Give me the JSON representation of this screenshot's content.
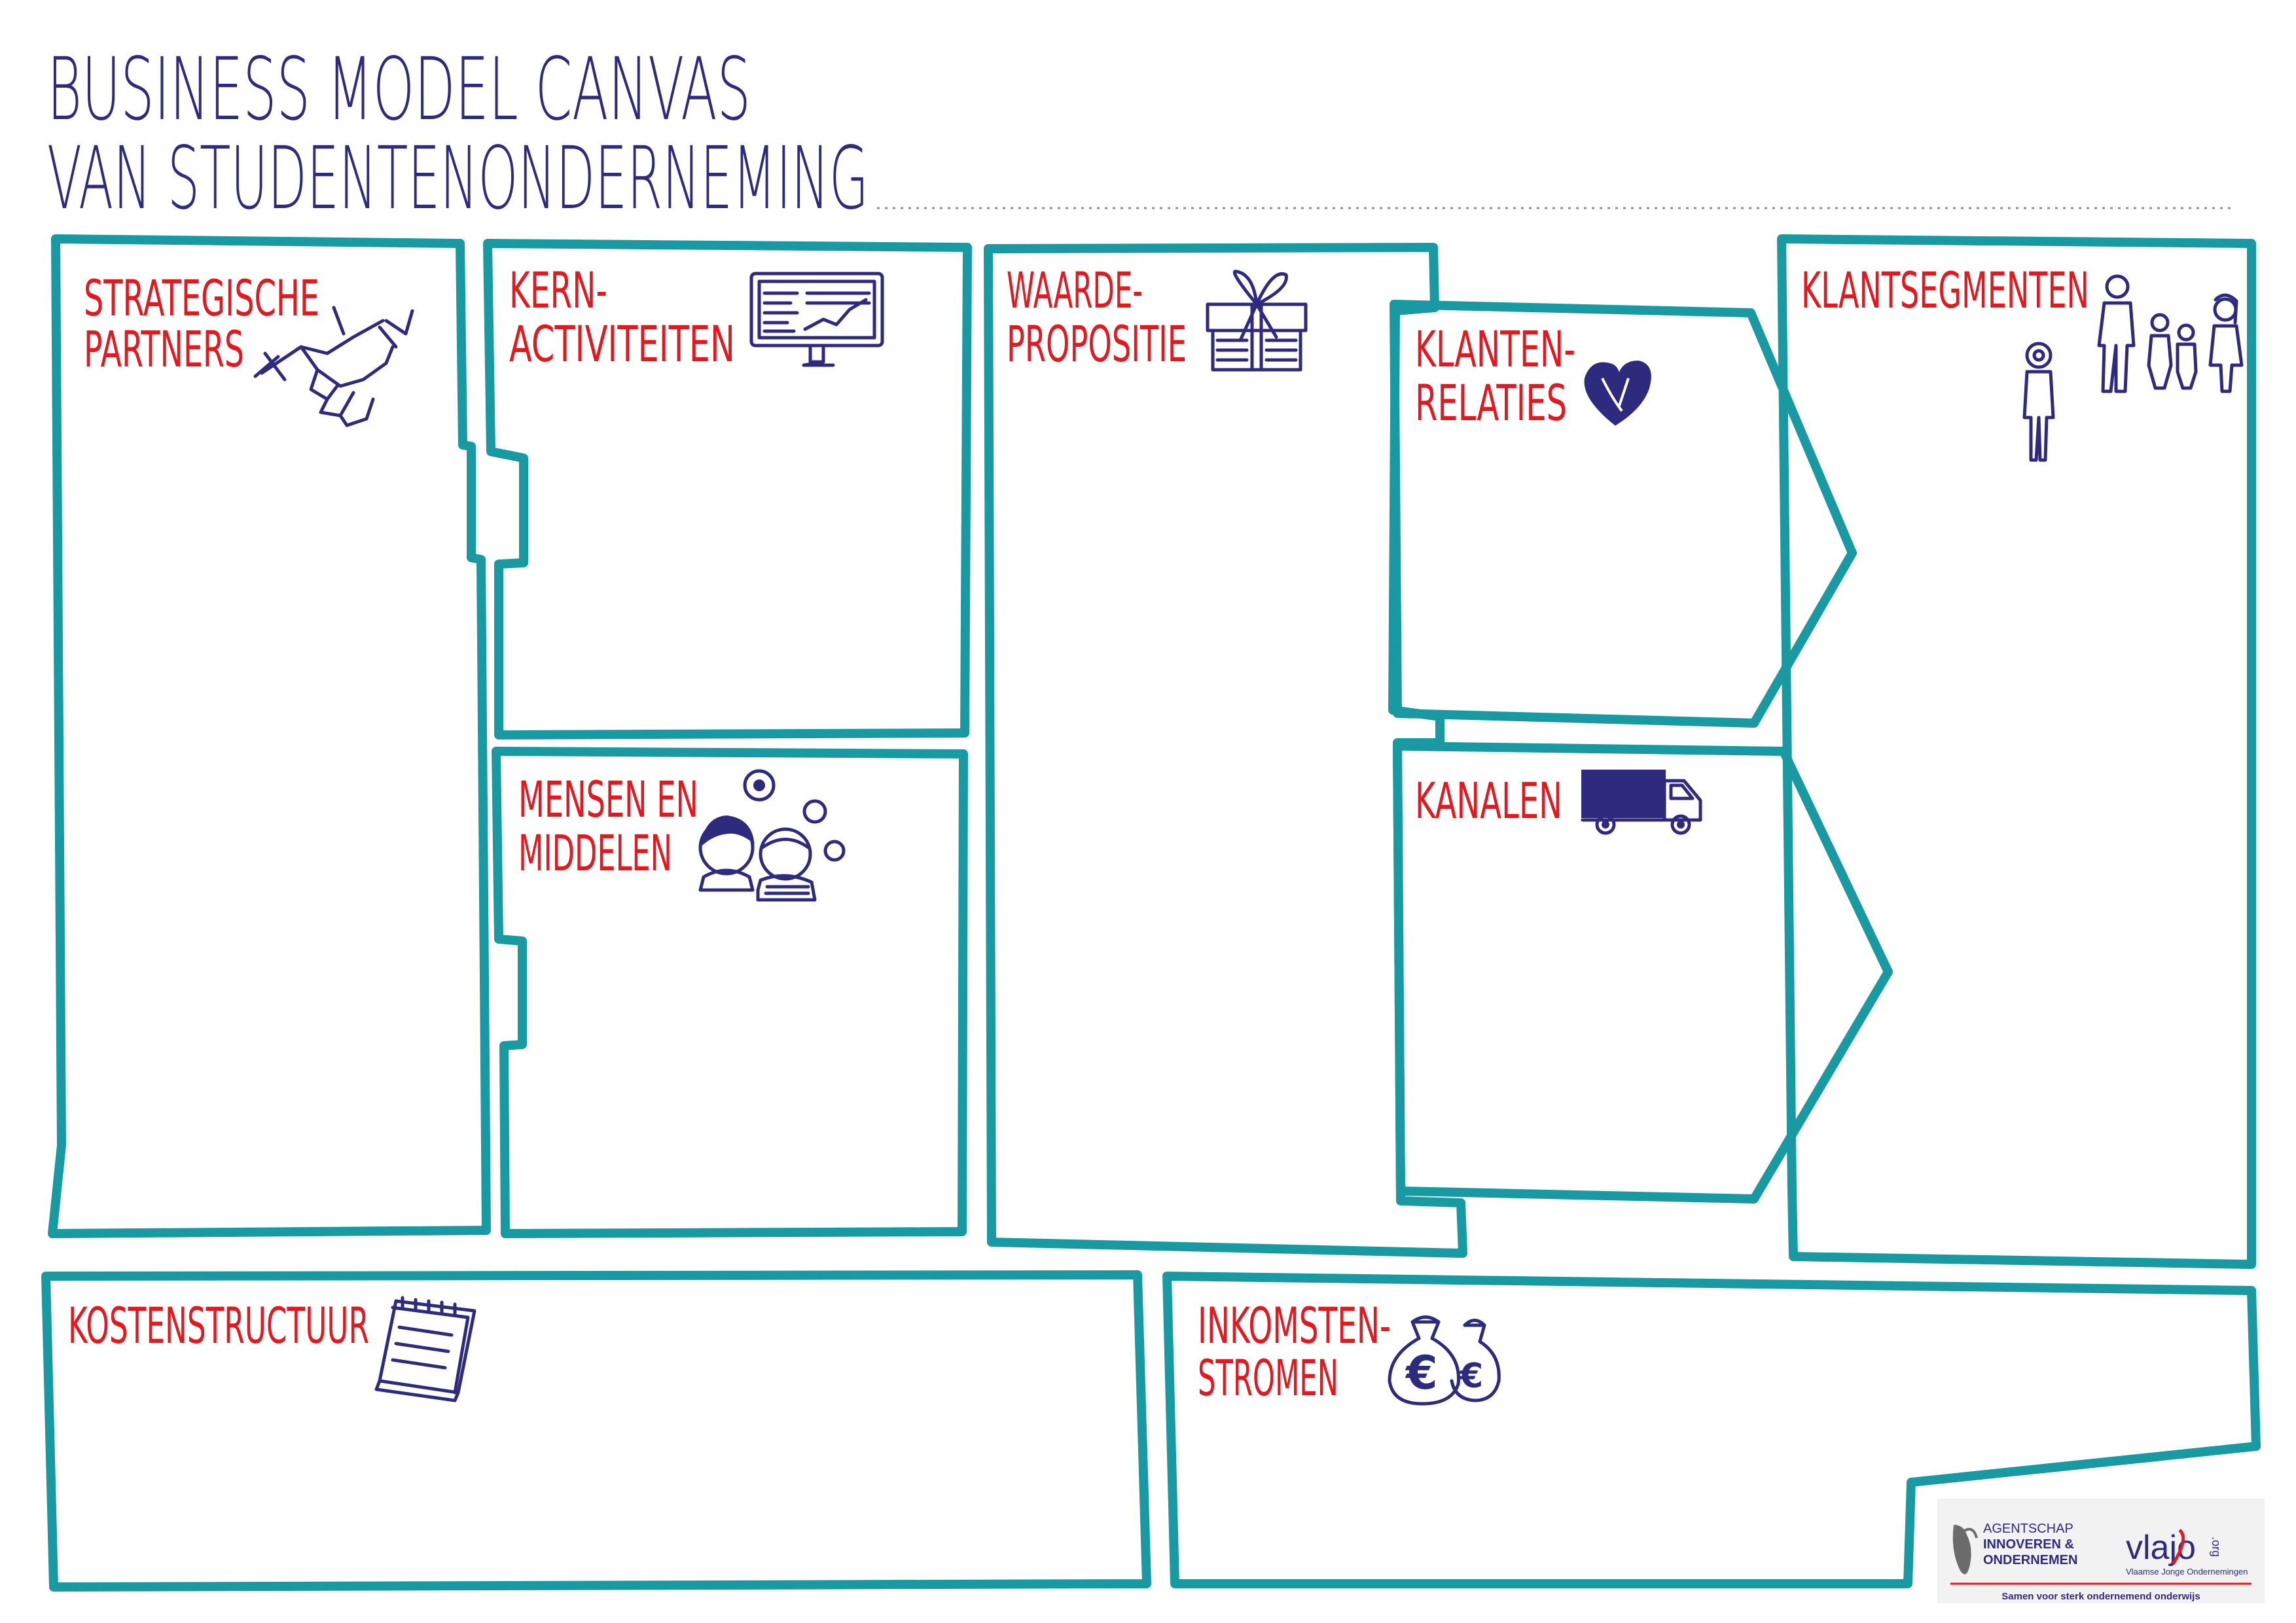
{
  "title": {
    "line1": "BUSINESS MODEL CANVAS",
    "line2": "VAN STUDENTENONDERNEMING"
  },
  "blocks": {
    "strategic_partners": {
      "line1": "STRATEGISCHE",
      "line2": "PARTNERS"
    },
    "key_activities": {
      "line1": "KERN-",
      "line2": "ACTIVITEITEN"
    },
    "key_resources": {
      "line1": "MENSEN EN",
      "line2": "MIDDELEN"
    },
    "value_proposition": {
      "line1": "WAARDE-",
      "line2": "PROPOSITIE"
    },
    "customer_relationships": {
      "line1": "KLANTEN-",
      "line2": "RELATIES"
    },
    "channels": {
      "line1": "KANALEN"
    },
    "customer_segments": {
      "line1": "KLANTSEGMENTEN"
    },
    "cost_structure": {
      "line1": "KOSTENSTRUCTUUR"
    },
    "revenue_streams": {
      "line1": "INKOMSTEN-",
      "line2": "STROMEN"
    }
  },
  "icons": {
    "strategic_partners": "handshake-icon",
    "key_activities": "monitor-chart-icon",
    "key_resources": "people-gears-icon",
    "value_proposition": "gift-icon",
    "customer_relationships": "heart-icon",
    "channels": "truck-icon",
    "customer_segments": "family-icon",
    "cost_structure": "notepad-icon",
    "revenue_streams": "money-bags-icon"
  },
  "money_symbol": "€",
  "footer": {
    "agency_line1": "AGENTSCHAP",
    "agency_line2": "INNOVEREN &",
    "agency_line3": "ONDERNEMEN",
    "vlajo_logo": "vlajo",
    "vlajo_domain": ".org",
    "vlajo_subtitle": "Vlaamse Jonge Ondernemingen",
    "tagline": "Samen voor sterk ondernemend onderwijs"
  },
  "colors": {
    "title": "#2e2a7d",
    "labels": "#e3191f",
    "outline": "#199aa3",
    "icons": "#2e2a7d"
  }
}
